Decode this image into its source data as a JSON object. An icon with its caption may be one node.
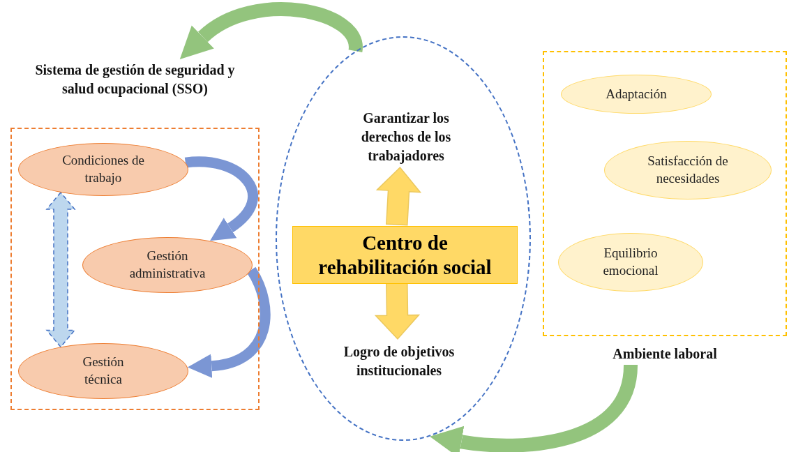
{
  "diagram": {
    "nodes": [
      {
        "text": [
          "Sistema de gestión de seguridad y salud ocupacional (SSO)"
        ]
      },
      {
        "text": [
          "Condiciones de trabajo"
        ],
        "in": 0
      },
      {
        "text": [
          "Gestión administrativa"
        ],
        "in": 0
      },
      {
        "text": [
          "Gestión técnica"
        ],
        "in": 0
      },
      {
        "text": [],
        "shape": "ellipse"
      },
      {
        "text": [
          "Garantizar los derechos de los trabajadores"
        ],
        "in": 4
      },
      {
        "text": [
          "Centro de rehabilitación social"
        ],
        "in": 4
      },
      {
        "text": [
          "Logro de objetivos institucionales"
        ],
        "in": 4
      },
      {
        "text": [
          "Ambiente laboral"
        ]
      },
      {
        "text": [
          "Adaptación"
        ],
        "in": 8
      },
      {
        "text": [
          "Satisfacción de necesidades"
        ],
        "in": 8
      },
      {
        "text": [
          "Equilibrio emocional"
        ],
        "in": 8
      }
    ],
    "edges": [
      {
        "from": 1,
        "to": 2,
        "arrow": "to",
        "color": "#7b96d4"
      },
      {
        "from": 2,
        "to": 3,
        "arrow": "to",
        "color": "#7b96d4"
      },
      {
        "from": 1,
        "to": 3,
        "arrow": "both",
        "style": "dashed",
        "color": "#bdd7ee"
      },
      {
        "from": 6,
        "to": 5,
        "arrow": "to",
        "color": "#ffd966"
      },
      {
        "from": 6,
        "to": 7,
        "arrow": "to",
        "color": "#ffd966"
      },
      {
        "from": 4,
        "to": 0,
        "arrow": "to",
        "color": "#93c47d"
      },
      {
        "from": 8,
        "to": 4,
        "arrow": "to",
        "color": "#93c47d"
      }
    ]
  }
}
